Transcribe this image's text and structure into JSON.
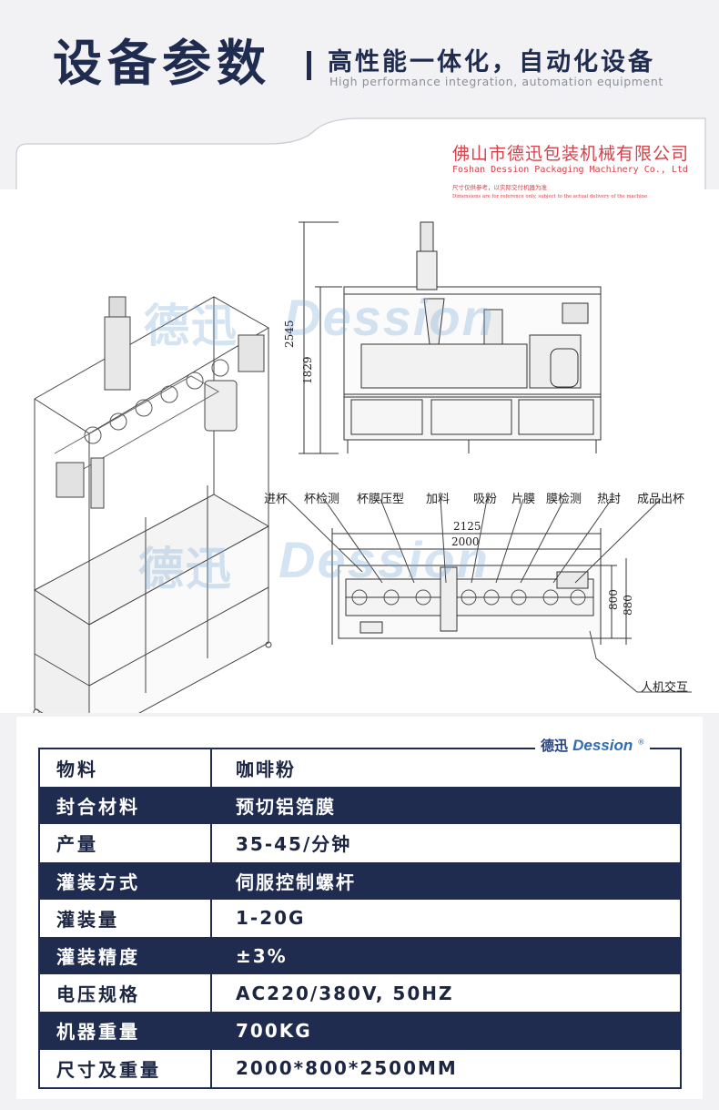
{
  "header": {
    "title": "设备参数",
    "subtitle": "高性能一体化，自动化设备",
    "subtitle_en": "High performance integration, automation equipment"
  },
  "drawing": {
    "company_cn": "佛山市德迅包装机械有限公司",
    "company_en": "Foshan Dession Packaging Machinery Co., Ltd",
    "note_cn": "尺寸仅供参考，以实际交付机器为准",
    "note_en": "Dimensions are for reference only, subject to the actual delivery of the machine",
    "watermark_cn": "德迅",
    "watermark_en": "Dession",
    "dims": {
      "height_total": "2545",
      "height_frame": "1829",
      "length_total": "2125",
      "length_frame": "2000",
      "width_frame": "800",
      "width_total": "880"
    },
    "stations": [
      "进杯",
      "杯检测",
      "杯膜压型",
      "加料",
      "吸粉",
      "片膜",
      "膜检测",
      "热封",
      "成品出杯"
    ],
    "hmi_label": "人机交互"
  },
  "logo": {
    "cn": "德迅",
    "en": "Dession",
    "mark": "®"
  },
  "specs": [
    {
      "key": "物料",
      "value": "咖啡粉"
    },
    {
      "key": "封合材料",
      "value": "预切铝箔膜"
    },
    {
      "key": "产量",
      "value": "35-45/分钟"
    },
    {
      "key": "灌装方式",
      "value": "伺服控制螺杆"
    },
    {
      "key": "灌装量",
      "value": "1-20G"
    },
    {
      "key": "灌装精度",
      "value": "±3%"
    },
    {
      "key": "电压规格",
      "value": "AC220/380V, 50HZ"
    },
    {
      "key": "机器重量",
      "value": "700KG"
    },
    {
      "key": "尺寸及重量",
      "value": "2000*800*2500MM"
    }
  ],
  "colors": {
    "navy": "#1f2c4f",
    "red_text": "#d2424a",
    "watermark": "#78aad7"
  }
}
